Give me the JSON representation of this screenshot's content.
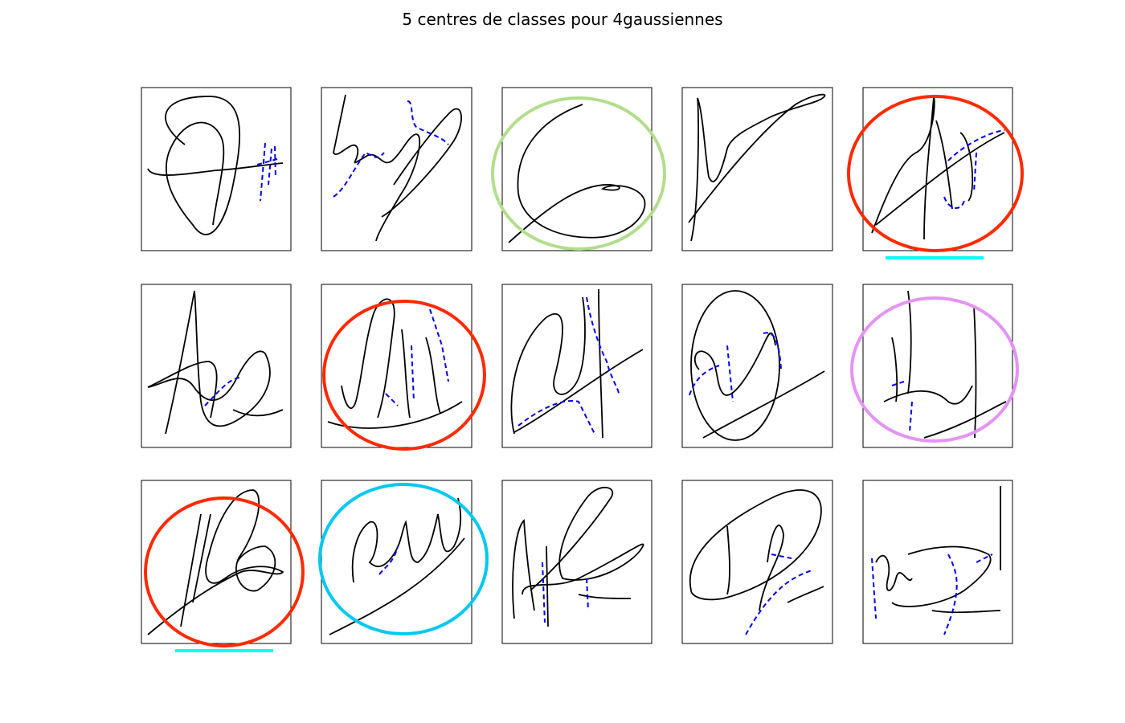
{
  "title": "5 centres de classes pour 4gaussiennes",
  "layout": {
    "rows": 3,
    "columns": 5
  },
  "panels": [
    {
      "id": 1,
      "circle": null,
      "underline": false,
      "blue_overlay": true
    },
    {
      "id": 2,
      "circle": null,
      "underline": false,
      "blue_overlay": true
    },
    {
      "id": 3,
      "circle": "green",
      "underline": false,
      "blue_overlay": false
    },
    {
      "id": 4,
      "circle": null,
      "underline": false,
      "blue_overlay": false
    },
    {
      "id": 5,
      "circle": "red",
      "underline": true,
      "blue_overlay": true
    },
    {
      "id": 6,
      "circle": null,
      "underline": false,
      "blue_overlay": true
    },
    {
      "id": 7,
      "circle": "red",
      "underline": false,
      "blue_overlay": true
    },
    {
      "id": 8,
      "circle": null,
      "underline": false,
      "blue_overlay": true
    },
    {
      "id": 9,
      "circle": null,
      "underline": false,
      "blue_overlay": true
    },
    {
      "id": 10,
      "circle": "violet",
      "underline": false,
      "blue_overlay": true
    },
    {
      "id": 11,
      "circle": "red",
      "underline": true,
      "blue_overlay": false
    },
    {
      "id": 12,
      "circle": "cyan",
      "underline": false,
      "blue_overlay": true
    },
    {
      "id": 13,
      "circle": null,
      "underline": false,
      "blue_overlay": true
    },
    {
      "id": 14,
      "circle": null,
      "underline": false,
      "blue_overlay": true
    },
    {
      "id": 15,
      "circle": null,
      "underline": false,
      "blue_overlay": true
    }
  ],
  "colors": {
    "red": "#ff2a00",
    "green": "#b2de8c",
    "violet": "#e494f4",
    "cyan": "#00c8f0",
    "underline": "#00ffff",
    "signature_ink": "#000000",
    "overlay_ink": "#0000ee",
    "frame": "#000000"
  }
}
